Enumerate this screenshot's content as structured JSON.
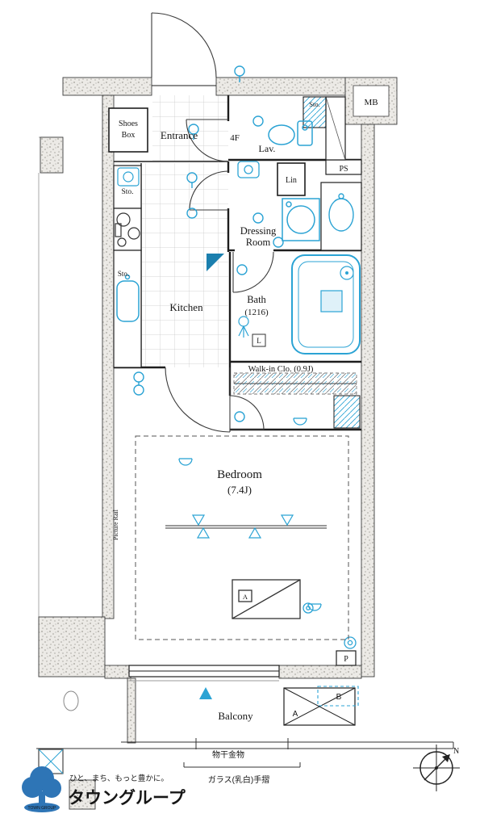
{
  "labels": {
    "entrance": "Entrance",
    "shoes_box_1": "Shoes",
    "shoes_box_2": "Box",
    "floor": "4F",
    "lav": "Lav.",
    "sto_top": "Sto.",
    "mb": "MB",
    "ps": "PS",
    "sto_left": "Sto.",
    "sto_counter": "Sto.",
    "lin": "Lin",
    "dressing_1": "Dressing",
    "dressing_2": "Room",
    "kitchen": "Kitchen",
    "bath_1": "Bath",
    "bath_2": "(1216)",
    "mixer": "L",
    "walkin_closet": "Walk-in Clo. (0.9J)",
    "bedroom_1": "Bedroom",
    "bedroom_2": "(7.4J)",
    "picture_rail": "Picture Rail",
    "bed_marker": "A",
    "p_shaft": "P",
    "balcony": "Balcony",
    "balcony_a": "A",
    "balcony_b": "B",
    "laundry_hardware": "物干金物",
    "glass_handrail": "ガラス(乳白)手摺",
    "compass_north": "N"
  },
  "footer": {
    "tagline": "ひと、まち、もっと豊かに。",
    "brand": "タウングループ",
    "logo_text": "TOWN GROUP"
  },
  "colors": {
    "wall": "#1e1e1e",
    "fixture_cyan": "#2ba3d4",
    "brand_blue": "#2e75b6",
    "tagline_blue": "#a9c3da"
  }
}
